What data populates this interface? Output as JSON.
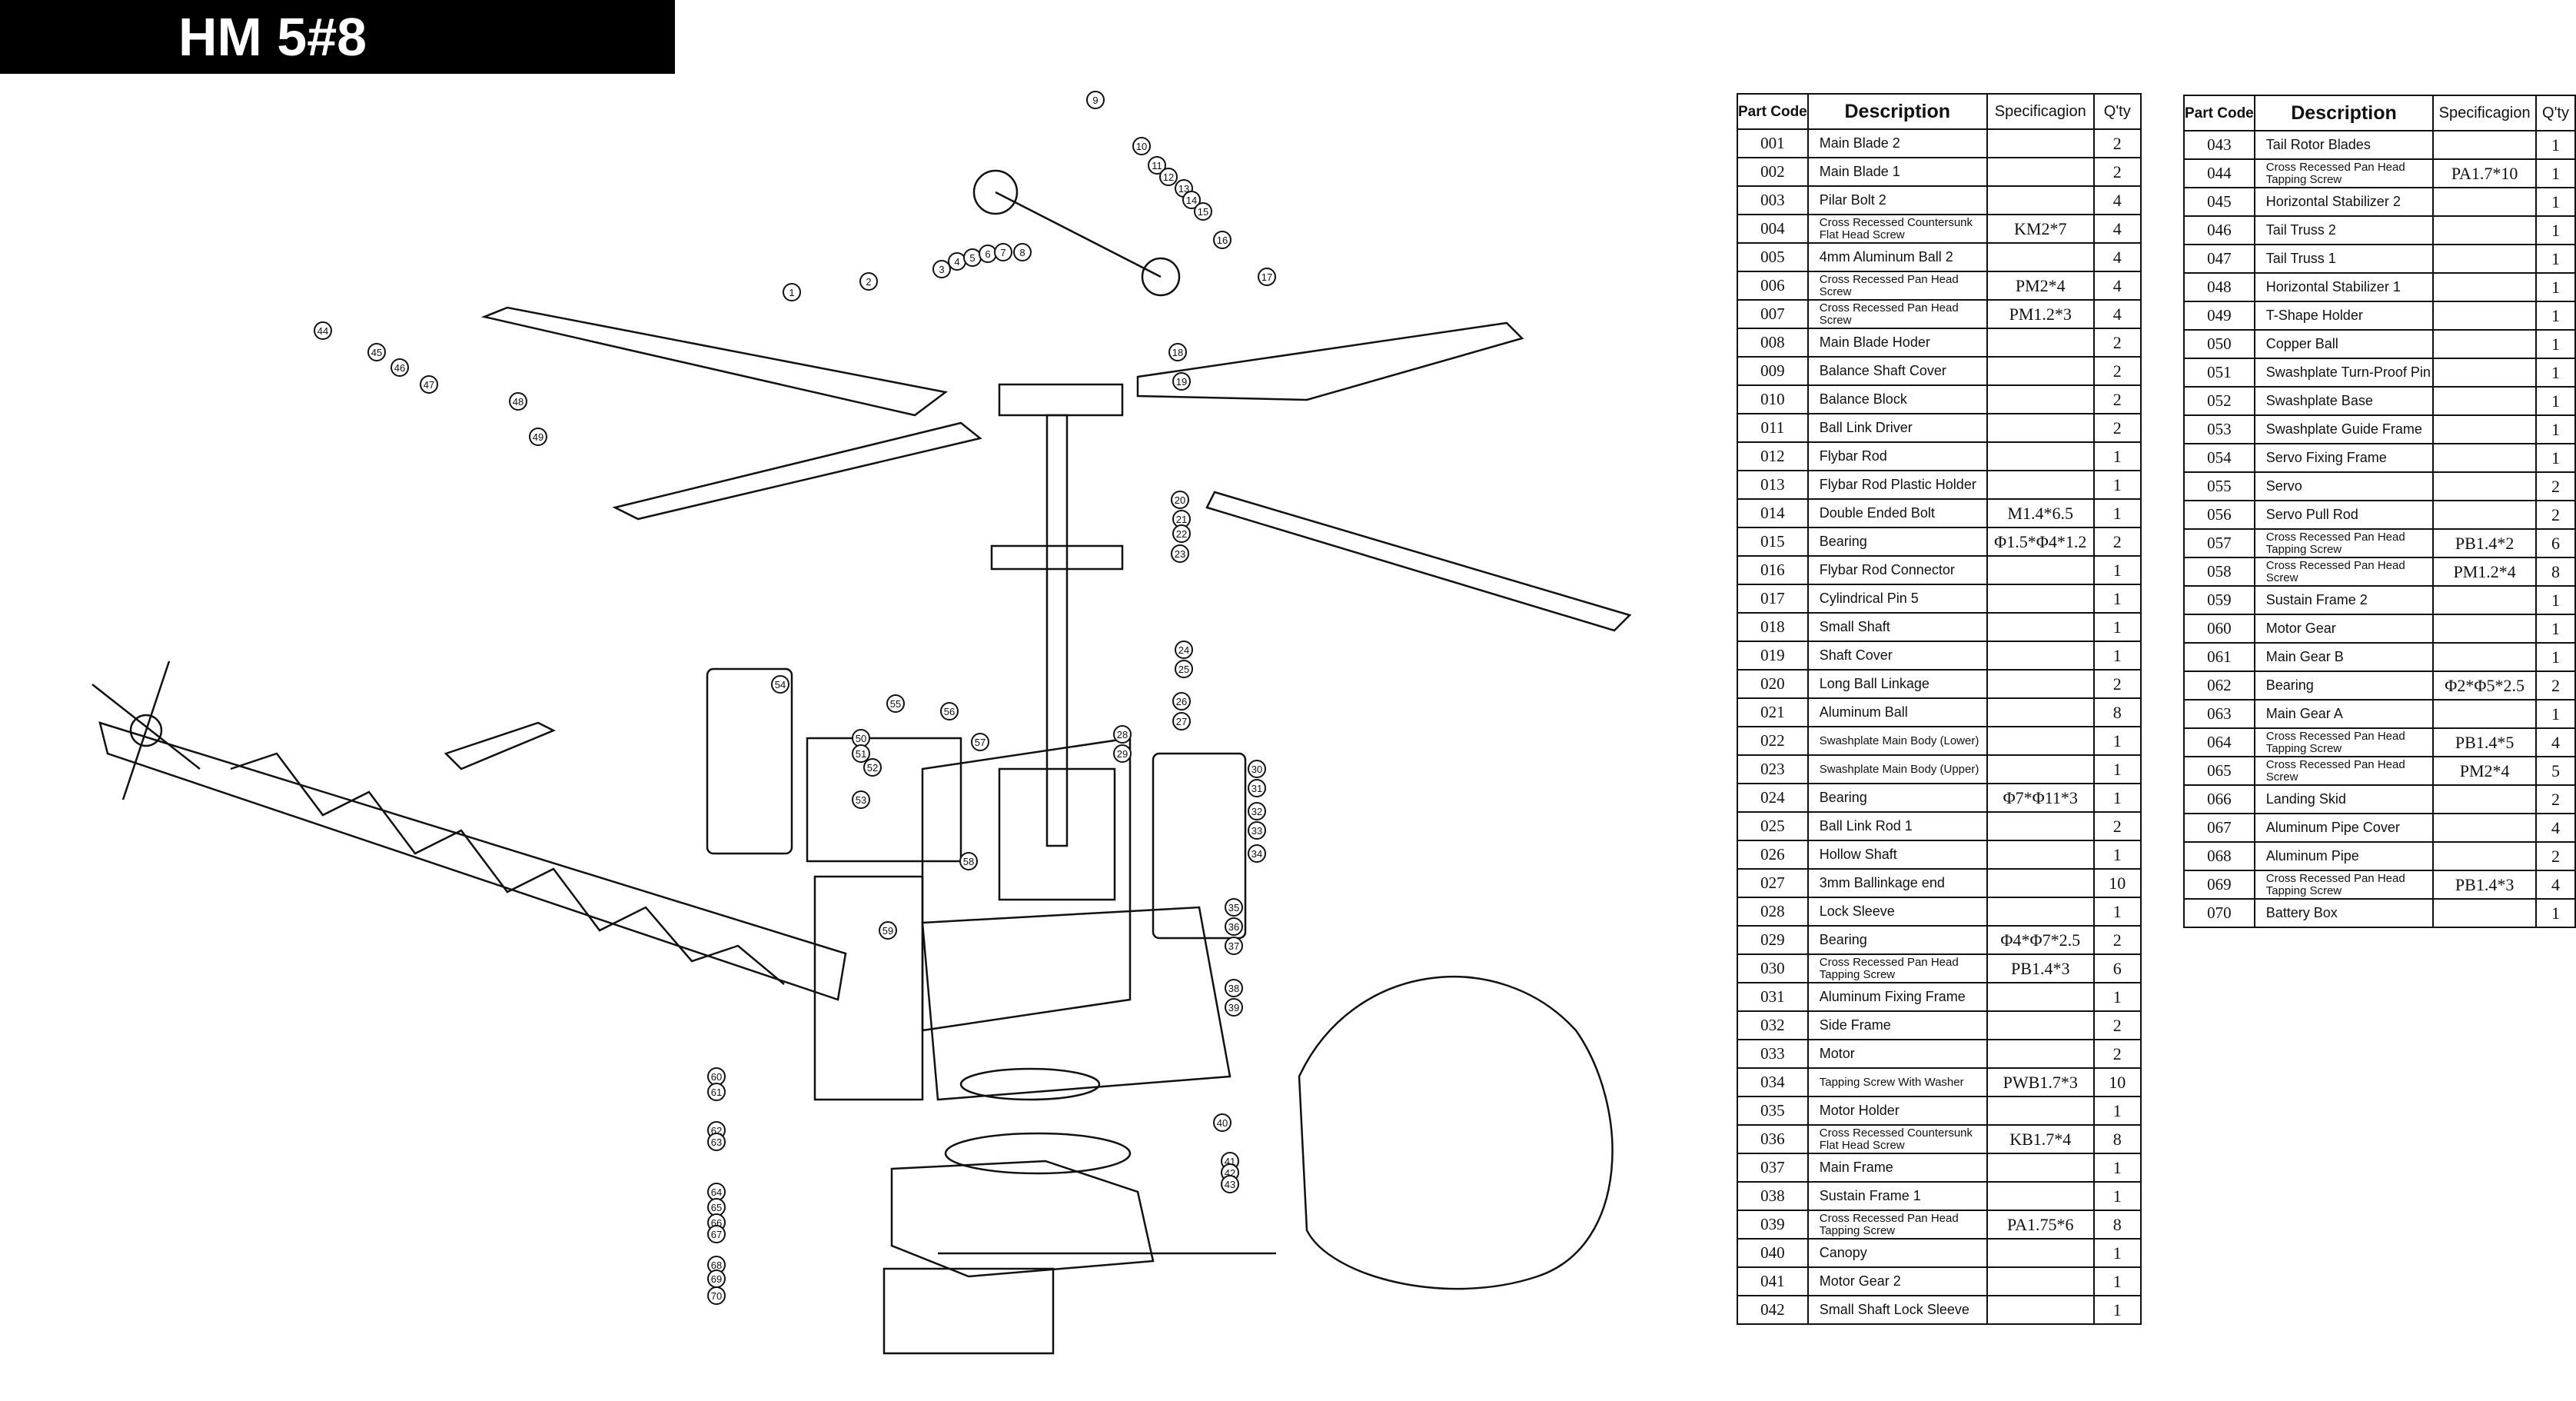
{
  "title": "HM 5#8",
  "table_headers": {
    "code": "Part Code",
    "description": "Description",
    "spec": "Specificagion",
    "qty": "Q'ty"
  },
  "parts_left": [
    {
      "code": "001",
      "desc": "Main Blade 2",
      "spec": "",
      "qty": "2"
    },
    {
      "code": "002",
      "desc": "Main Blade 1",
      "spec": "",
      "qty": "2"
    },
    {
      "code": "003",
      "desc": "Pilar Bolt 2",
      "spec": "",
      "qty": "4"
    },
    {
      "code": "004",
      "desc": "Cross Recessed Countersunk Flat Head Screw",
      "spec": "KM2*7",
      "qty": "4",
      "small": true
    },
    {
      "code": "005",
      "desc": "4mm Aluminum Ball 2",
      "spec": "",
      "qty": "4"
    },
    {
      "code": "006",
      "desc": "Cross Recessed Pan Head Screw",
      "spec": "PM2*4",
      "qty": "4",
      "small": true
    },
    {
      "code": "007",
      "desc": "Cross Recessed Pan Head Screw",
      "spec": "PM1.2*3",
      "qty": "4",
      "small": true
    },
    {
      "code": "008",
      "desc": "Main Blade Hoder",
      "spec": "",
      "qty": "2"
    },
    {
      "code": "009",
      "desc": "Balance Shaft Cover",
      "spec": "",
      "qty": "2"
    },
    {
      "code": "010",
      "desc": "Balance Block",
      "spec": "",
      "qty": "2"
    },
    {
      "code": "011",
      "desc": "Ball Link Driver",
      "spec": "",
      "qty": "2"
    },
    {
      "code": "012",
      "desc": "Flybar Rod",
      "spec": "",
      "qty": "1"
    },
    {
      "code": "013",
      "desc": "Flybar Rod Plastic Holder",
      "spec": "",
      "qty": "1"
    },
    {
      "code": "014",
      "desc": "Double Ended Bolt",
      "spec": "M1.4*6.5",
      "qty": "1"
    },
    {
      "code": "015",
      "desc": "Bearing",
      "spec": "Φ1.5*Φ4*1.2",
      "qty": "2"
    },
    {
      "code": "016",
      "desc": "Flybar Rod Connector",
      "spec": "",
      "qty": "1"
    },
    {
      "code": "017",
      "desc": "Cylindrical Pin 5",
      "spec": "",
      "qty": "1"
    },
    {
      "code": "018",
      "desc": "Small Shaft",
      "spec": "",
      "qty": "1"
    },
    {
      "code": "019",
      "desc": "Shaft Cover",
      "spec": "",
      "qty": "1"
    },
    {
      "code": "020",
      "desc": "Long Ball Linkage",
      "spec": "",
      "qty": "2"
    },
    {
      "code": "021",
      "desc": "Aluminum Ball",
      "spec": "",
      "qty": "8"
    },
    {
      "code": "022",
      "desc": "Swashplate Main Body (Lower)",
      "spec": "",
      "qty": "1",
      "small": true
    },
    {
      "code": "023",
      "desc": "Swashplate Main Body (Upper)",
      "spec": "",
      "qty": "1",
      "small": true
    },
    {
      "code": "024",
      "desc": "Bearing",
      "spec": "Φ7*Φ11*3",
      "qty": "1"
    },
    {
      "code": "025",
      "desc": "Ball Link Rod 1",
      "spec": "",
      "qty": "2"
    },
    {
      "code": "026",
      "desc": "Hollow Shaft",
      "spec": "",
      "qty": "1"
    },
    {
      "code": "027",
      "desc": "3mm Ballinkage end",
      "spec": "",
      "qty": "10"
    },
    {
      "code": "028",
      "desc": "Lock Sleeve",
      "spec": "",
      "qty": "1"
    },
    {
      "code": "029",
      "desc": "Bearing",
      "spec": "Φ4*Φ7*2.5",
      "qty": "2"
    },
    {
      "code": "030",
      "desc": "Cross Recessed Pan Head Tapping Screw",
      "spec": "PB1.4*3",
      "qty": "6",
      "small": true
    },
    {
      "code": "031",
      "desc": "Aluminum Fixing Frame",
      "spec": "",
      "qty": "1"
    },
    {
      "code": "032",
      "desc": "Side Frame",
      "spec": "",
      "qty": "2"
    },
    {
      "code": "033",
      "desc": "Motor",
      "spec": "",
      "qty": "2"
    },
    {
      "code": "034",
      "desc": "Tapping Screw With Washer",
      "spec": "PWB1.7*3",
      "qty": "10",
      "small": true
    },
    {
      "code": "035",
      "desc": "Motor Holder",
      "spec": "",
      "qty": "1"
    },
    {
      "code": "036",
      "desc": "Cross Recessed Countersunk Flat Head Screw",
      "spec": "KB1.7*4",
      "qty": "8",
      "small": true
    },
    {
      "code": "037",
      "desc": "Main Frame",
      "spec": "",
      "qty": "1"
    },
    {
      "code": "038",
      "desc": "Sustain Frame 1",
      "spec": "",
      "qty": "1"
    },
    {
      "code": "039",
      "desc": "Cross Recessed Pan Head Tapping Screw",
      "spec": "PA1.75*6",
      "qty": "8",
      "small": true
    },
    {
      "code": "040",
      "desc": "Canopy",
      "spec": "",
      "qty": "1"
    },
    {
      "code": "041",
      "desc": "Motor Gear 2",
      "spec": "",
      "qty": "1"
    },
    {
      "code": "042",
      "desc": "Small Shaft Lock Sleeve",
      "spec": "",
      "qty": "1"
    }
  ],
  "parts_right": [
    {
      "code": "043",
      "desc": "Tail Rotor Blades",
      "spec": "",
      "qty": "1"
    },
    {
      "code": "044",
      "desc": "Cross Recessed Pan Head Tapping Screw",
      "spec": "PA1.7*10",
      "qty": "1",
      "small": true
    },
    {
      "code": "045",
      "desc": "Horizontal Stabilizer 2",
      "spec": "",
      "qty": "1"
    },
    {
      "code": "046",
      "desc": "Tail Truss 2",
      "spec": "",
      "qty": "1"
    },
    {
      "code": "047",
      "desc": "Tail Truss 1",
      "spec": "",
      "qty": "1"
    },
    {
      "code": "048",
      "desc": "Horizontal Stabilizer 1",
      "spec": "",
      "qty": "1"
    },
    {
      "code": "049",
      "desc": "T-Shape Holder",
      "spec": "",
      "qty": "1"
    },
    {
      "code": "050",
      "desc": "Copper Ball",
      "spec": "",
      "qty": "1"
    },
    {
      "code": "051",
      "desc": "Swashplate Turn-Proof Pin",
      "spec": "",
      "qty": "1"
    },
    {
      "code": "052",
      "desc": "Swashplate Base",
      "spec": "",
      "qty": "1"
    },
    {
      "code": "053",
      "desc": "Swashplate Guide Frame",
      "spec": "",
      "qty": "1"
    },
    {
      "code": "054",
      "desc": "Servo Fixing Frame",
      "spec": "",
      "qty": "1"
    },
    {
      "code": "055",
      "desc": "Servo",
      "spec": "",
      "qty": "2"
    },
    {
      "code": "056",
      "desc": "Servo Pull Rod",
      "spec": "",
      "qty": "2"
    },
    {
      "code": "057",
      "desc": "Cross Recessed Pan Head Tapping Screw",
      "spec": "PB1.4*2",
      "qty": "6",
      "small": true
    },
    {
      "code": "058",
      "desc": "Cross Recessed Pan Head Screw",
      "spec": "PM1.2*4",
      "qty": "8",
      "small": true
    },
    {
      "code": "059",
      "desc": "Sustain Frame 2",
      "spec": "",
      "qty": "1"
    },
    {
      "code": "060",
      "desc": "Motor Gear",
      "spec": "",
      "qty": "1"
    },
    {
      "code": "061",
      "desc": "Main Gear B",
      "spec": "",
      "qty": "1"
    },
    {
      "code": "062",
      "desc": "Bearing",
      "spec": "Φ2*Φ5*2.5",
      "qty": "2"
    },
    {
      "code": "063",
      "desc": "Main Gear A",
      "spec": "",
      "qty": "1"
    },
    {
      "code": "064",
      "desc": "Cross Recessed Pan Head Tapping Screw",
      "spec": "PB1.4*5",
      "qty": "4",
      "small": true
    },
    {
      "code": "065",
      "desc": "Cross Recessed Pan Head Screw",
      "spec": "PM2*4",
      "qty": "5",
      "small": true
    },
    {
      "code": "066",
      "desc": "Landing Skid",
      "spec": "",
      "qty": "2"
    },
    {
      "code": "067",
      "desc": "Aluminum Pipe Cover",
      "spec": "",
      "qty": "4"
    },
    {
      "code": "068",
      "desc": "Aluminum Pipe",
      "spec": "",
      "qty": "2"
    },
    {
      "code": "069",
      "desc": "Cross Recessed Pan Head Tapping Screw",
      "spec": "PB1.4*3",
      "qty": "4",
      "small": true
    },
    {
      "code": "070",
      "desc": "Battery Box",
      "spec": "",
      "qty": "1"
    }
  ],
  "callouts": [
    "1",
    "2",
    "3",
    "4",
    "5",
    "6",
    "7",
    "8",
    "9",
    "10",
    "11",
    "12",
    "13",
    "14",
    "15",
    "16",
    "17",
    "18",
    "19",
    "20",
    "21",
    "22",
    "23",
    "24",
    "25",
    "26",
    "27",
    "28",
    "29",
    "30",
    "31",
    "32",
    "33",
    "34",
    "35",
    "36",
    "37",
    "38",
    "39",
    "40",
    "41",
    "42",
    "43",
    "44",
    "45",
    "46",
    "47",
    "48",
    "49",
    "50",
    "51",
    "52",
    "53",
    "54",
    "55",
    "56",
    "57",
    "58",
    "59",
    "60",
    "61",
    "62",
    "63",
    "64",
    "65",
    "66",
    "67",
    "68",
    "69",
    "70"
  ]
}
